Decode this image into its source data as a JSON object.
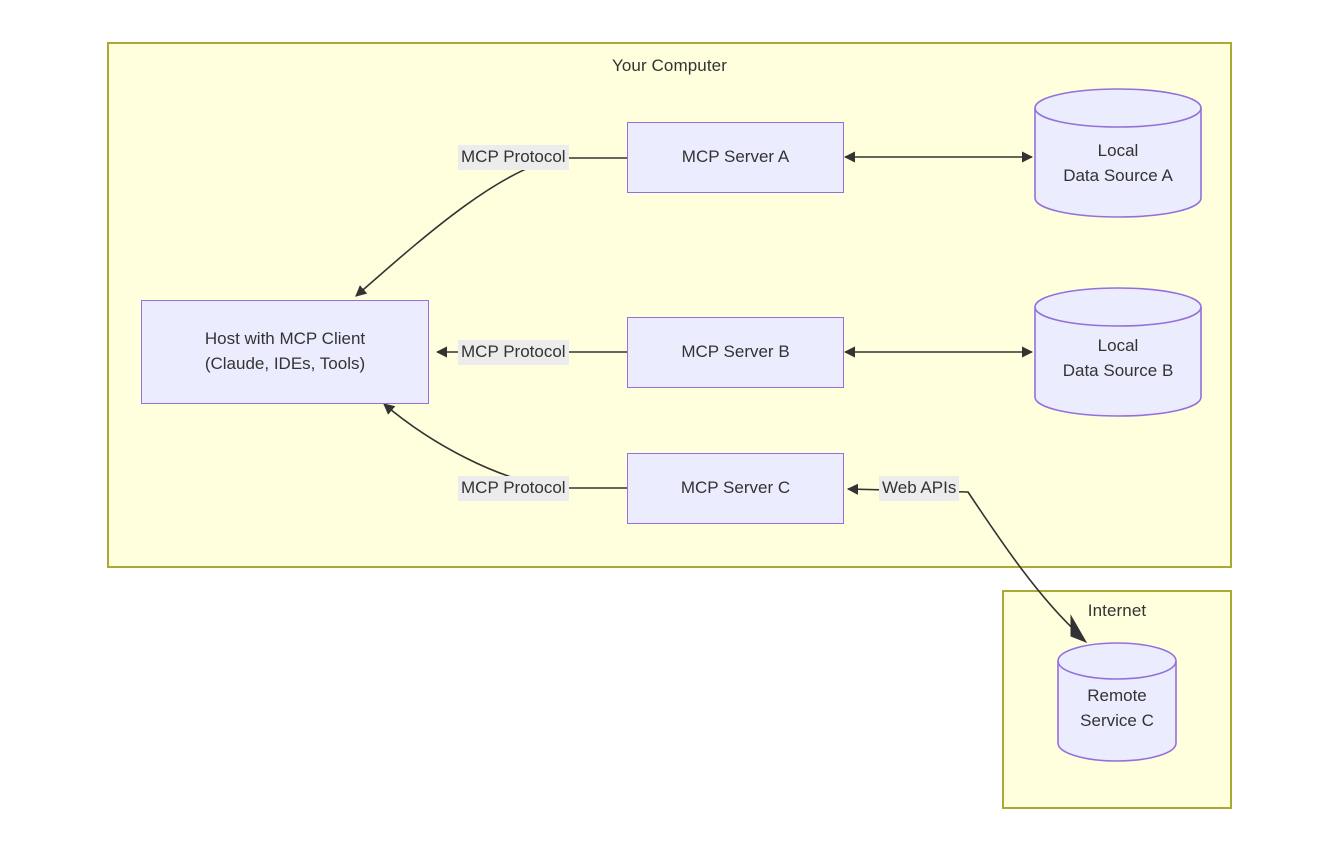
{
  "diagram": {
    "title_visible": false,
    "colors": {
      "container_fill": "#ffffde",
      "container_stroke": "#aaaa33",
      "node_fill": "#ececff",
      "node_stroke": "#9370db",
      "edge_stroke": "#333333",
      "label_bg": "#ececec",
      "text": "#333333",
      "page_bg": "#ffffff"
    },
    "containers": [
      {
        "id": "your-computer",
        "label": "Your Computer"
      },
      {
        "id": "internet",
        "label": "Internet"
      }
    ],
    "nodes": [
      {
        "id": "host",
        "shape": "rect",
        "lines": [
          "Host with MCP Client",
          "(Claude, IDEs, Tools)"
        ]
      },
      {
        "id": "server-a",
        "shape": "rect",
        "lines": [
          "MCP Server A"
        ]
      },
      {
        "id": "server-b",
        "shape": "rect",
        "lines": [
          "MCP Server B"
        ]
      },
      {
        "id": "server-c",
        "shape": "rect",
        "lines": [
          "MCP Server C"
        ]
      },
      {
        "id": "data-source-a",
        "shape": "cylinder",
        "lines": [
          "Local",
          "Data Source A"
        ]
      },
      {
        "id": "data-source-b",
        "shape": "cylinder",
        "lines": [
          "Local",
          "Data Source B"
        ]
      },
      {
        "id": "remote-service-c",
        "shape": "cylinder",
        "lines": [
          "Remote",
          "Service C"
        ]
      }
    ],
    "edge_labels": [
      {
        "id": "mcp-protocol-a",
        "text": "MCP Protocol"
      },
      {
        "id": "mcp-protocol-b",
        "text": "MCP Protocol"
      },
      {
        "id": "mcp-protocol-c",
        "text": "MCP Protocol"
      },
      {
        "id": "web-apis",
        "text": "Web APIs"
      }
    ],
    "edges": [
      {
        "from": "server-a",
        "to": "host",
        "label": "MCP Protocol",
        "style": "curved",
        "arrow": "end"
      },
      {
        "from": "server-b",
        "to": "host",
        "label": "MCP Protocol",
        "style": "straight",
        "arrow": "end"
      },
      {
        "from": "server-c",
        "to": "host",
        "label": "MCP Protocol",
        "style": "curved",
        "arrow": "end"
      },
      {
        "from": "server-a",
        "to": "data-source-a",
        "label": "",
        "style": "straight",
        "arrow": "both"
      },
      {
        "from": "server-b",
        "to": "data-source-b",
        "label": "",
        "style": "straight",
        "arrow": "both"
      },
      {
        "from": "remote-service-c",
        "to": "server-c",
        "label": "Web APIs",
        "style": "curved",
        "arrow": "end"
      }
    ]
  }
}
